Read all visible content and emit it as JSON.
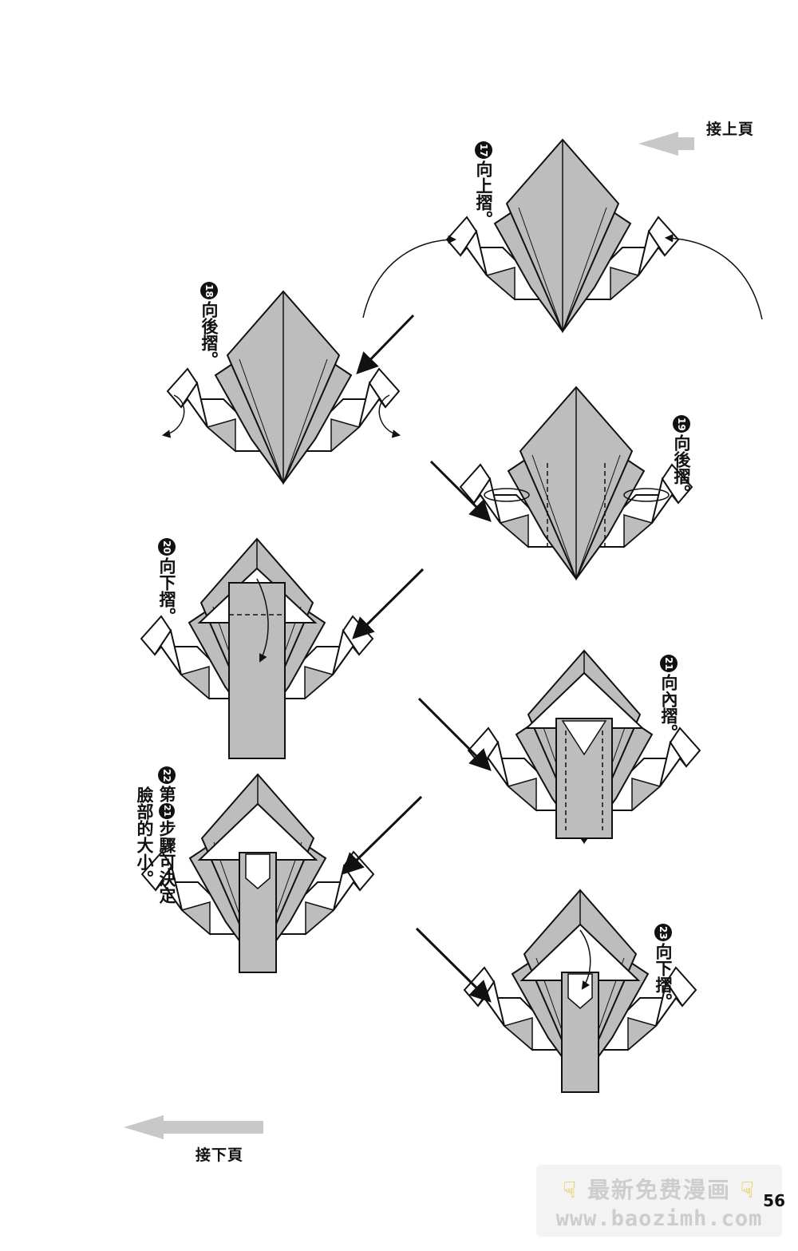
{
  "nav": {
    "prev": "接上頁",
    "next": "接下頁"
  },
  "steps": [
    {
      "num": "17",
      "text": "向上摺。"
    },
    {
      "num": "18",
      "text": "向後摺。"
    },
    {
      "num": "19",
      "text": "向後摺。"
    },
    {
      "num": "20",
      "text": "向下摺。"
    },
    {
      "num": "21",
      "text": "向內摺。"
    },
    {
      "num": "22",
      "pre": "第",
      "ref": "21",
      "text": "步驟可決定",
      "text2": "臉部的大小。"
    },
    {
      "num": "23",
      "text": "向下摺。"
    }
  ],
  "page_number": "56",
  "watermark": {
    "line1": "最新免费漫画",
    "line2": "www.baozimh.com"
  },
  "colors": {
    "paper": "#bdbdbd",
    "ink": "#111111",
    "white": "#ffffff",
    "arrow_gray": "#c8c8c8"
  }
}
